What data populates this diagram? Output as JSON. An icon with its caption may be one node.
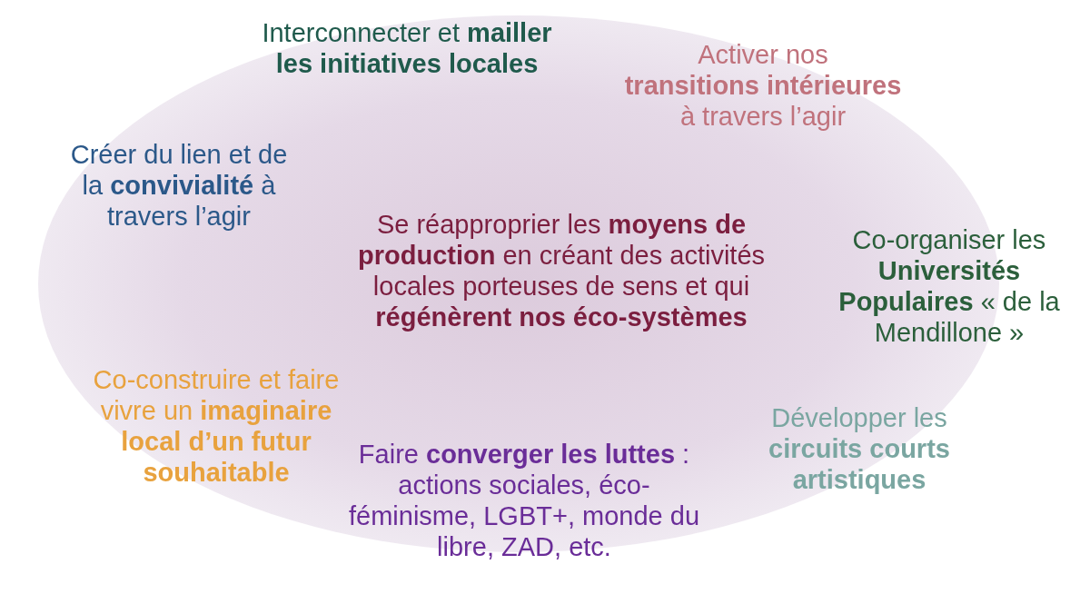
{
  "diagram": {
    "nodes": [
      {
        "text": [
          "Interconnecter et **mailler les initiatives locales**",
          "Activer nos **transitions intérieures** à travers l’agir",
          "Créer du lien et de la **convivialité** à travers l’agir",
          "Se réapproprier les **moyens de production** en créant des activités locales porteuses de sens et qui **régénèrent nos éco-systèmes**",
          "Co-organiser les **Universités Populaires** « de la Mendillone »",
          "Co-construire et faire vivre un **imaginaire local d’un futur souhaitable**",
          "Développer les **circuits courts artistiques**",
          "Faire **converger les luttes** : actions sociales, éco-féminisme, LGBT+, monde du libre, ZAD, etc."
        ]
      }
    ]
  }
}
